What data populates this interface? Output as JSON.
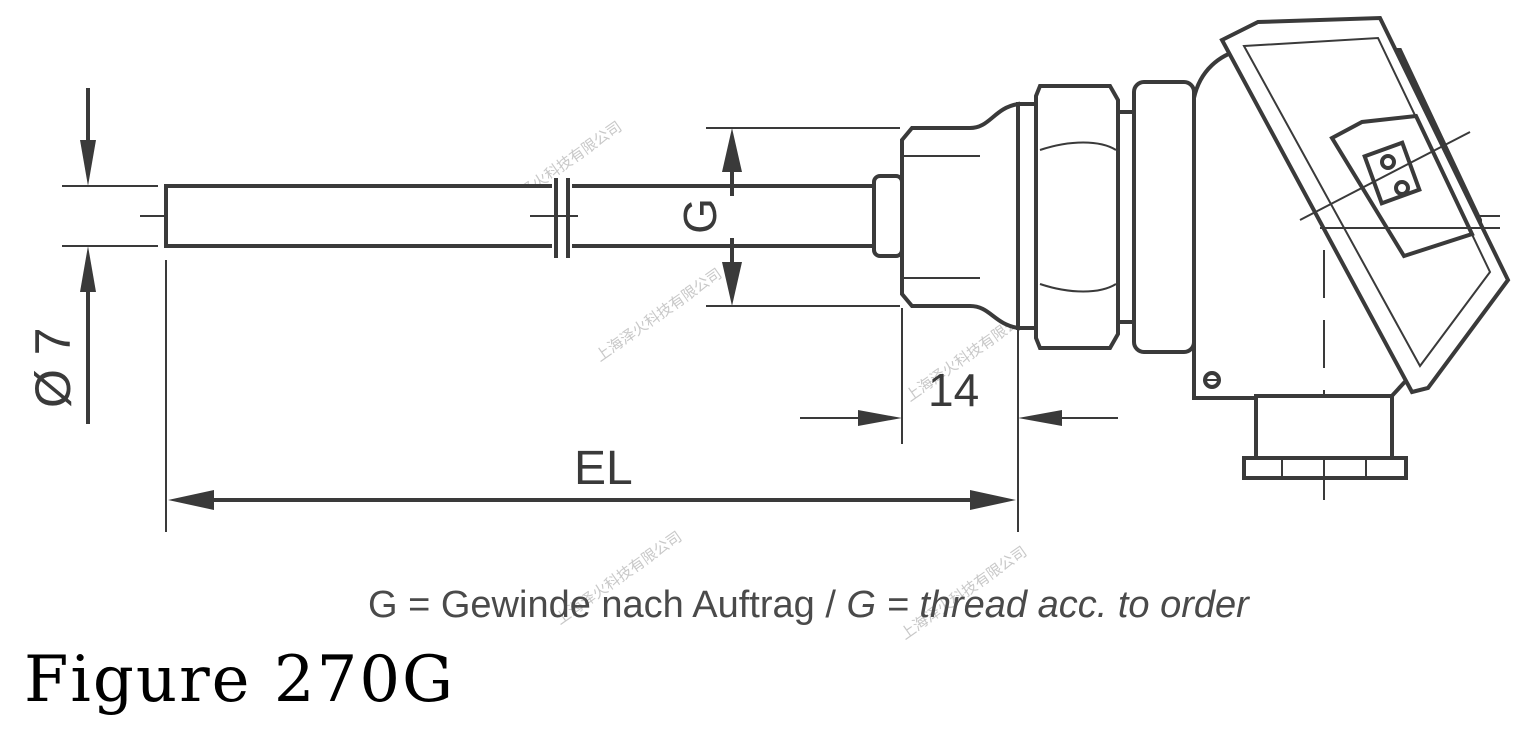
{
  "drawing": {
    "dimensions": {
      "diameter": "Ø 7",
      "thread": "G",
      "length": "14",
      "el": "EL"
    },
    "watermark": "上海泽火科技有限公司"
  },
  "note": {
    "german": "G = Gewinde nach Auftrag / ",
    "english": "G = thread acc. to order"
  },
  "caption": "Figure 270G"
}
